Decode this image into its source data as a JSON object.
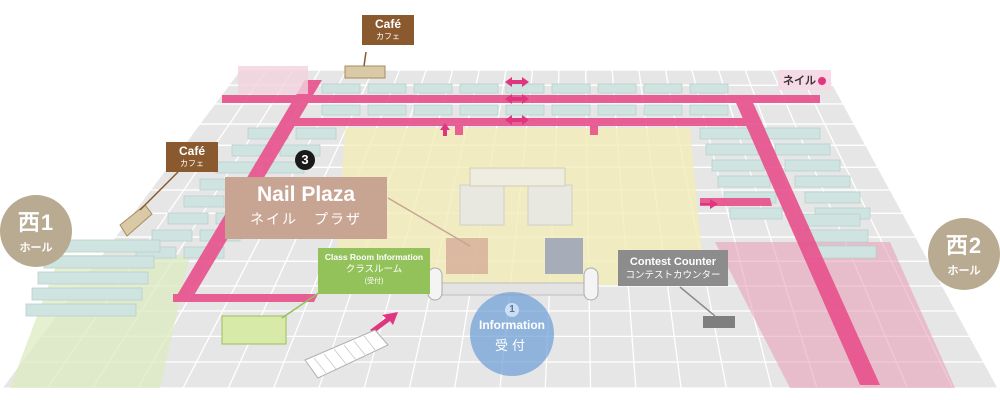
{
  "cafe_top": {
    "name": "Café",
    "sub": "カフェ"
  },
  "cafe_left": {
    "name": "Café",
    "sub": "カフェ"
  },
  "hall_west": {
    "name": "西1",
    "sub": "ホール"
  },
  "hall_east": {
    "name": "西2",
    "sub": "ホール"
  },
  "nail_plaza": {
    "number": "3",
    "name": "Nail Plaza",
    "sub": "ネイル　プラザ"
  },
  "class_room": {
    "name": "Class Room Information",
    "sub": "クラスルーム",
    "note": "(受付)"
  },
  "contest_counter": {
    "name": "Contest Counter",
    "sub": "コンテストカウンター"
  },
  "information": {
    "number": "1",
    "name": "Information",
    "sub": "受付"
  },
  "nail_logo": {
    "text": "ネイル"
  },
  "colors": {
    "floor": "#e6e6e6",
    "grid": "#ffffff",
    "aisle_pink": "#e8508c",
    "booth_teal": "#cfe3e0",
    "zone_pink": "#e89ab5",
    "zone_yellow": "#f2ecb8",
    "zone_green": "#dcebc2",
    "cafe_brown": "#8a5a2e",
    "hall_tan": "#b8ab91",
    "info_blue": "#6ea0d7"
  }
}
